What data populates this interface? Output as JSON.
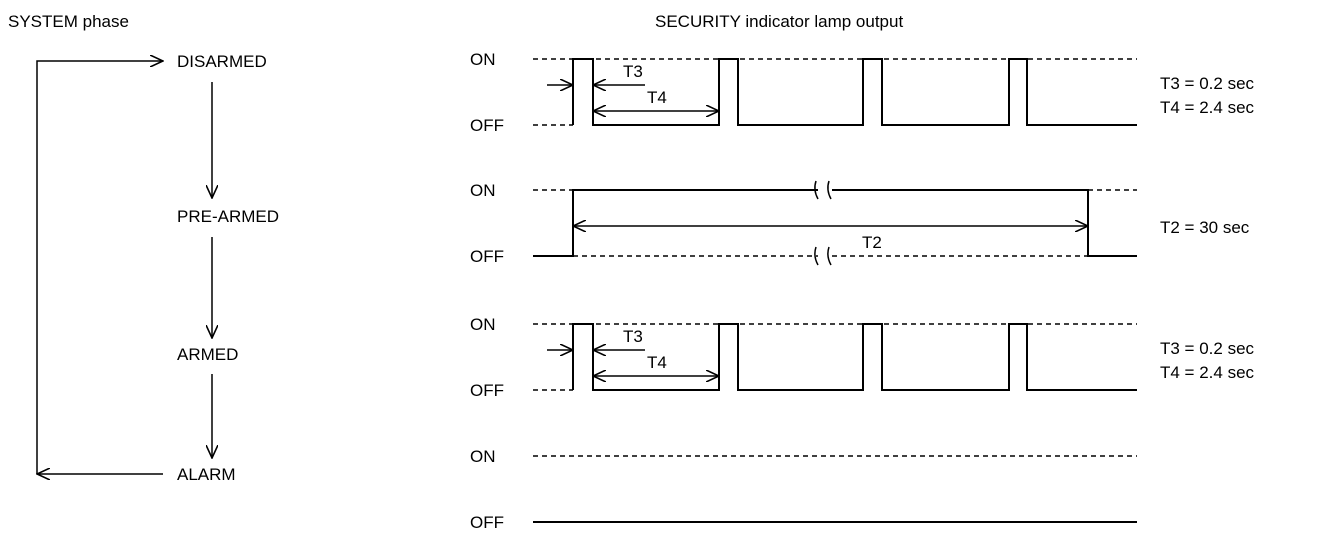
{
  "titles": {
    "left": "SYSTEM phase",
    "right": "SECURITY indicator lamp output"
  },
  "phases": [
    "DISARMED",
    "PRE-ARMED",
    "ARMED",
    "ALARM"
  ],
  "levels": {
    "on": "ON",
    "off": "OFF"
  },
  "timers": {
    "t2": "T2",
    "t3": "T3",
    "t4": "T4"
  },
  "timing_notes": {
    "disarmed": [
      "T3 = 0.2 sec",
      "T4 = 2.4 sec"
    ],
    "prearmed": [
      "T2 = 30 sec"
    ],
    "armed": [
      "T3 = 0.2 sec",
      "T4 = 2.4 sec"
    ]
  }
}
